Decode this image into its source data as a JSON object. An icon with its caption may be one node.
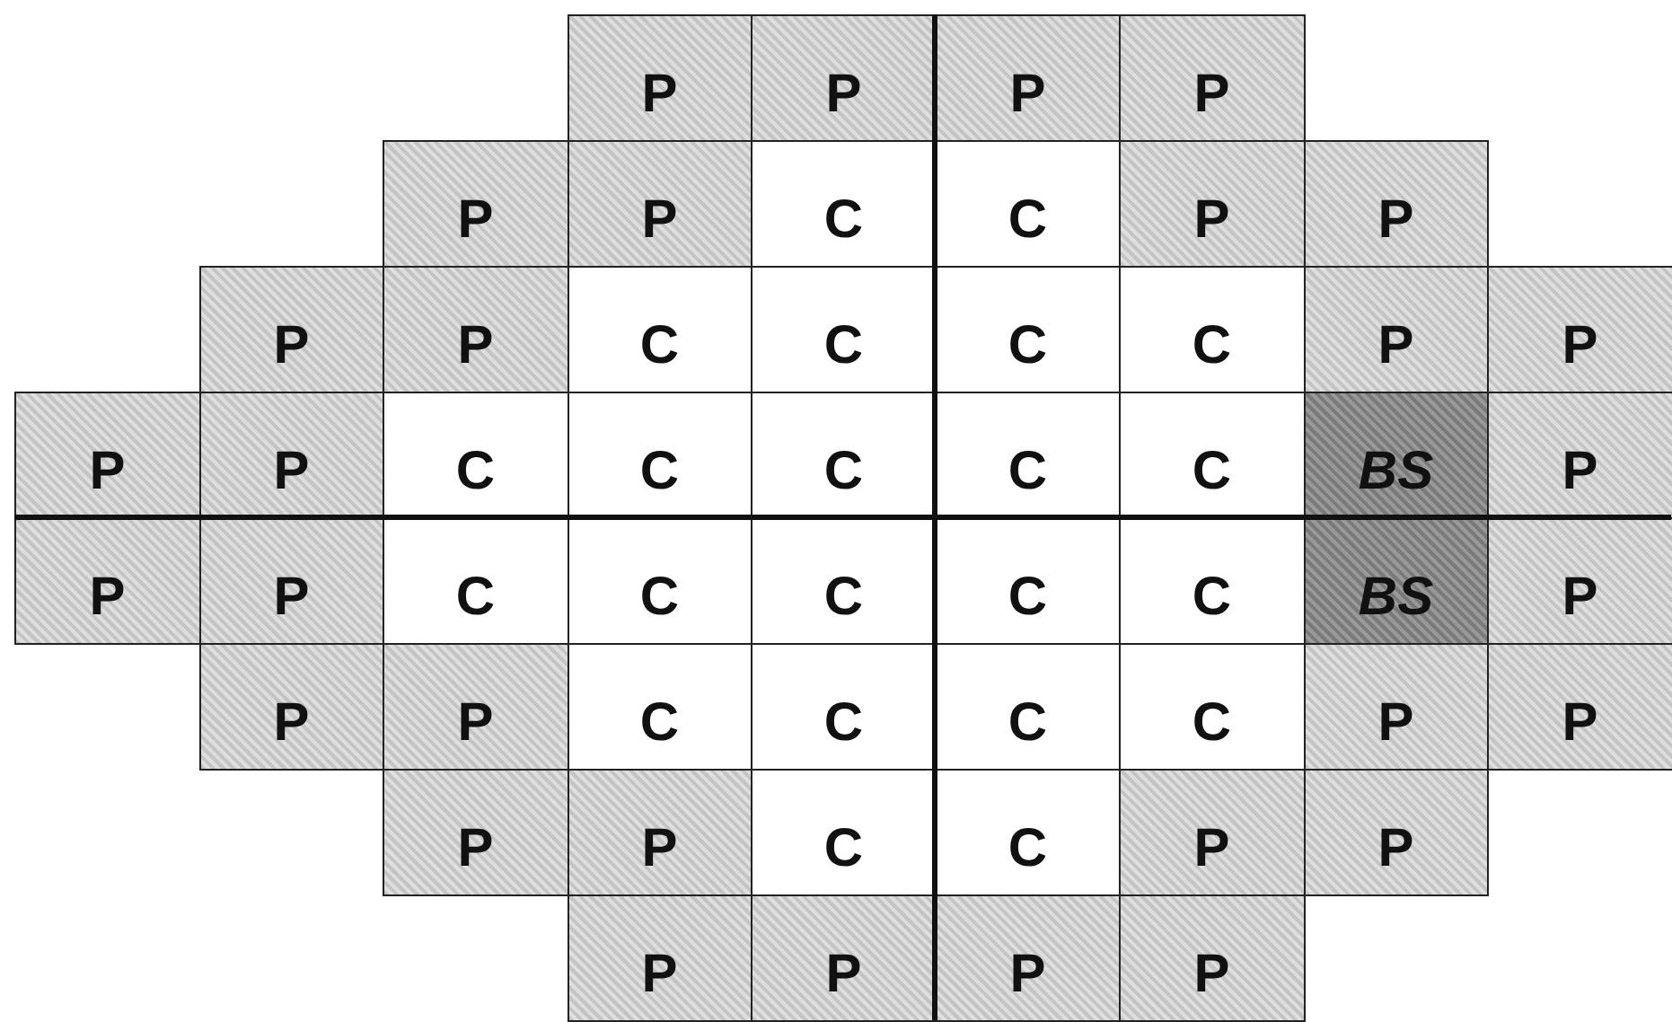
{
  "diagram": {
    "nodes": [
      {
        "text": [
          "P"
        ]
      },
      {
        "text": [
          "P"
        ]
      },
      {
        "text": [
          "P"
        ]
      },
      {
        "text": [
          "P"
        ]
      },
      {
        "text": [
          "P"
        ]
      },
      {
        "text": [
          "P"
        ]
      },
      {
        "text": [
          "C"
        ]
      },
      {
        "text": [
          "C"
        ]
      },
      {
        "text": [
          "P"
        ]
      },
      {
        "text": [
          "P"
        ]
      },
      {
        "text": [
          "P"
        ]
      },
      {
        "text": [
          "P"
        ]
      },
      {
        "text": [
          "C"
        ]
      },
      {
        "text": [
          "C"
        ]
      },
      {
        "text": [
          "C"
        ]
      },
      {
        "text": [
          "C"
        ]
      },
      {
        "text": [
          "P"
        ]
      },
      {
        "text": [
          "P"
        ]
      },
      {
        "text": [
          "P"
        ]
      },
      {
        "text": [
          "P"
        ]
      },
      {
        "text": [
          "C"
        ]
      },
      {
        "text": [
          "C"
        ]
      },
      {
        "text": [
          "C"
        ]
      },
      {
        "text": [
          "C"
        ]
      },
      {
        "text": [
          "C"
        ]
      },
      {
        "text": [
          "BS"
        ]
      },
      {
        "text": [
          "P"
        ]
      },
      {
        "text": [
          "P"
        ]
      },
      {
        "text": [
          "P"
        ]
      },
      {
        "text": [
          "C"
        ]
      },
      {
        "text": [
          "C"
        ]
      },
      {
        "text": [
          "C"
        ]
      },
      {
        "text": [
          "C"
        ]
      },
      {
        "text": [
          "C"
        ]
      },
      {
        "text": [
          "BS"
        ]
      },
      {
        "text": [
          "P"
        ]
      },
      {
        "text": [
          "P"
        ]
      },
      {
        "text": [
          "P"
        ]
      },
      {
        "text": [
          "C"
        ]
      },
      {
        "text": [
          "C"
        ]
      },
      {
        "text": [
          "C"
        ]
      },
      {
        "text": [
          "C"
        ]
      },
      {
        "text": [
          "P"
        ]
      },
      {
        "text": [
          "P"
        ]
      },
      {
        "text": [
          "P"
        ]
      },
      {
        "text": [
          "P"
        ]
      },
      {
        "text": [
          "C"
        ]
      },
      {
        "text": [
          "C"
        ]
      },
      {
        "text": [
          "P"
        ]
      },
      {
        "text": [
          "P"
        ]
      },
      {
        "text": [
          "P"
        ]
      },
      {
        "text": [
          "P"
        ]
      },
      {
        "text": [
          "P"
        ]
      },
      {
        "text": [
          "P"
        ]
      }
    ]
  }
}
